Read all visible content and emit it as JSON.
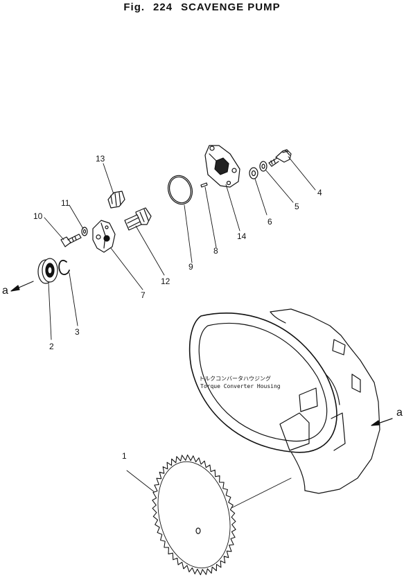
{
  "figure": {
    "fig_label": "Fig.",
    "number": "224",
    "title": "SCAVENGE PUMP"
  },
  "callouts": {
    "p1": "1",
    "p2": "2",
    "p3": "3",
    "p4": "4",
    "p5": "5",
    "p6": "6",
    "p7": "7",
    "p8": "8",
    "p9": "9",
    "p10": "10",
    "p11": "11",
    "p12": "12",
    "p13": "13",
    "p14": "14",
    "view_a_left": "a",
    "view_a_right": "a"
  },
  "housing": {
    "label_jp": "トルクコンバータハウジング",
    "label_en": "Torque Converter Housing"
  }
}
